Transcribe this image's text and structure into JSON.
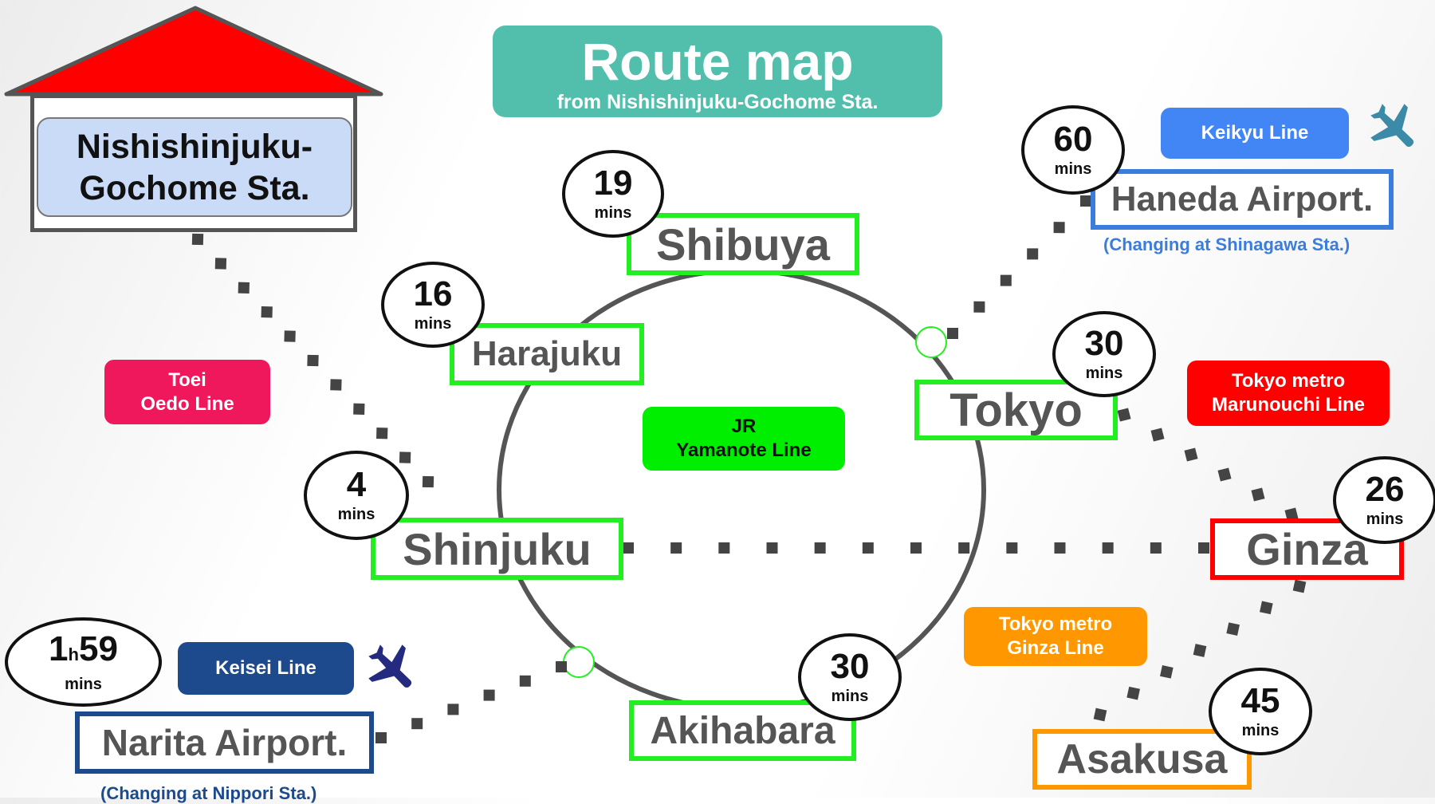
{
  "title": {
    "heading": "Route map",
    "subheading": "from Nishishinjuku-Gochome Sta."
  },
  "home_station": {
    "line1": "Nishishinjuku-",
    "line2": "Gochome Sta.",
    "roof_color": "#ff0000",
    "label_bg": "#c9dbf6"
  },
  "lines": {
    "oedo": {
      "line1": "Toei",
      "line2": "Oedo Line",
      "color": "#f0185c"
    },
    "yamanote": {
      "line1": "JR",
      "line2": "Yamanote Line",
      "color": "#00ee00"
    },
    "keikyu": {
      "label": "Keikyu Line",
      "color": "#4285f4"
    },
    "keisei": {
      "label": "Keisei Line",
      "color": "#1c4a8c"
    },
    "marunouchi": {
      "line1": "Tokyo metro",
      "line2": "Marunouchi Line",
      "color": "#ff0000"
    },
    "ginza": {
      "line1": "Tokyo metro",
      "line2": "Ginza Line",
      "color": "#ff9800"
    }
  },
  "stations": {
    "shinjuku": {
      "name": "Shinjuku",
      "time": "4",
      "unit": "mins"
    },
    "harajuku": {
      "name": "Harajuku",
      "time": "16",
      "unit": "mins"
    },
    "shibuya": {
      "name": "Shibuya",
      "time": "19",
      "unit": "mins"
    },
    "tokyo": {
      "name": "Tokyo",
      "time": "30",
      "unit": "mins"
    },
    "akihabara": {
      "name": "Akihabara",
      "time": "30",
      "unit": "mins"
    },
    "ginza": {
      "name": "Ginza",
      "time": "26",
      "unit": "mins"
    },
    "asakusa": {
      "name": "Asakusa",
      "time": "45",
      "unit": "mins"
    },
    "haneda": {
      "name": "Haneda Airport.",
      "time": "60",
      "unit": "mins",
      "note": "(Changing at Shinagawa Sta.)",
      "color": "#3b7ddd"
    },
    "narita": {
      "name": "Narita Airport.",
      "time_h": "1",
      "h_label": "h",
      "time_m": "59",
      "unit": "mins",
      "note": "(Changing at Nippori Sta.)",
      "color": "#1c4a8c"
    }
  },
  "icons": {
    "haneda_plane": "airplane-icon",
    "narita_plane": "airplane-icon"
  }
}
